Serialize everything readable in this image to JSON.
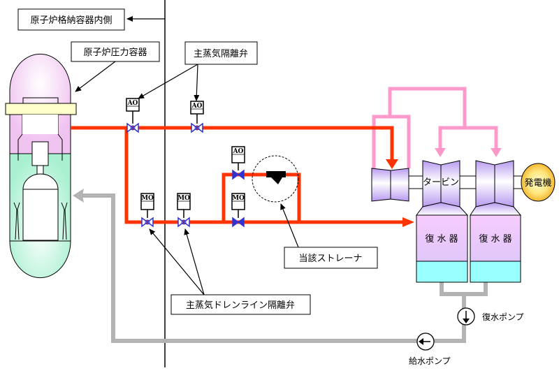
{
  "labels": {
    "containment_inside": "原子炉格納容器内側",
    "reactor_pressure_vessel": "原子炉圧力容器",
    "msiv": "主蒸気隔離弁",
    "strainer": "当該ストレーナ",
    "drain_isolation": "主蒸気ドレンライン隔離弁",
    "turbine": "タービン",
    "generator": "発電機",
    "condenser_1": "復 水 器",
    "condenser_2": "復 水 器",
    "condensate_pump": "復水ポンプ",
    "feedwater_pump": "給水ポンプ"
  },
  "actuators": {
    "ao": "AO",
    "mo": "MO"
  },
  "colors": {
    "main_steam": "#ff3300",
    "reheat_steam": "#ff99cc",
    "feedwater": "#b3b3b3",
    "valve": "#3333cc",
    "condenser_top": "#f5ccff",
    "condenser_water": "#99ffff",
    "turbine": "#c9b3f5",
    "generator": "#ffcc44",
    "vessel_steam": "#f5ccf5",
    "vessel_water": "#b3f5d9",
    "flange": "#ffffcc"
  }
}
